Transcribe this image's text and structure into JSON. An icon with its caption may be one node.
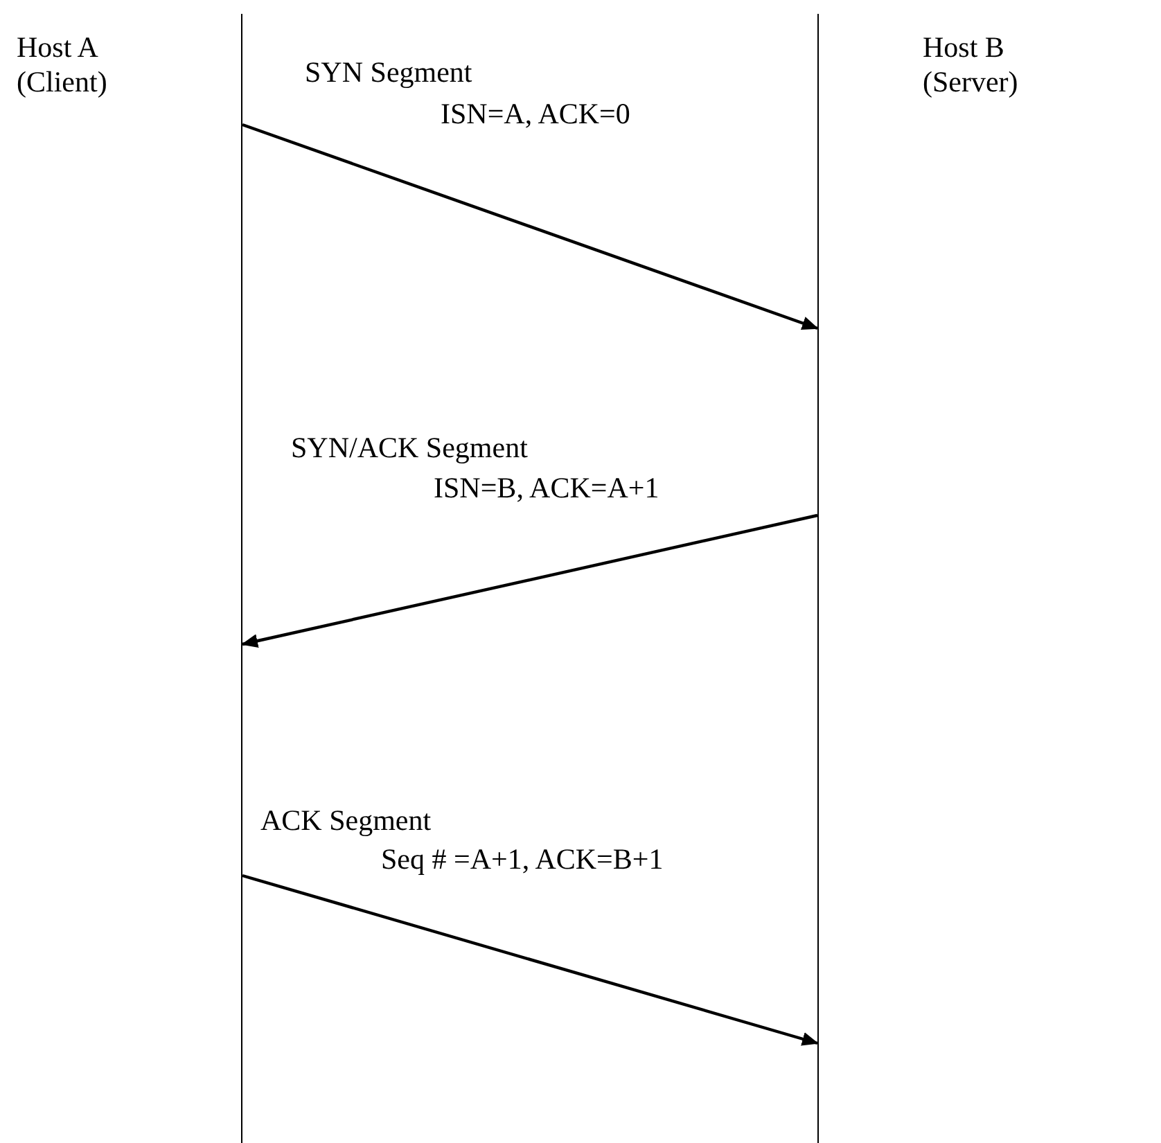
{
  "diagram": {
    "nodes": [
      {
        "text": [
          "Host A (Client)"
        ]
      },
      {
        "text": [
          "Host B (Server)"
        ]
      }
    ],
    "edges": [
      {
        "from": 0,
        "to": 1,
        "arrow": "to",
        "label": "SYN Segment"
      },
      {
        "from": 1,
        "to": 0,
        "arrow": "to",
        "label": "SYN/ACK Segment"
      },
      {
        "from": 0,
        "to": 1,
        "arrow": "to",
        "label": "ACK Segment"
      }
    ],
    "labels": [
      "ISN=A,  ACK=0",
      "ISN=B,  ACK=A+1",
      "Seq # =A+1,  ACK=B+1"
    ]
  }
}
